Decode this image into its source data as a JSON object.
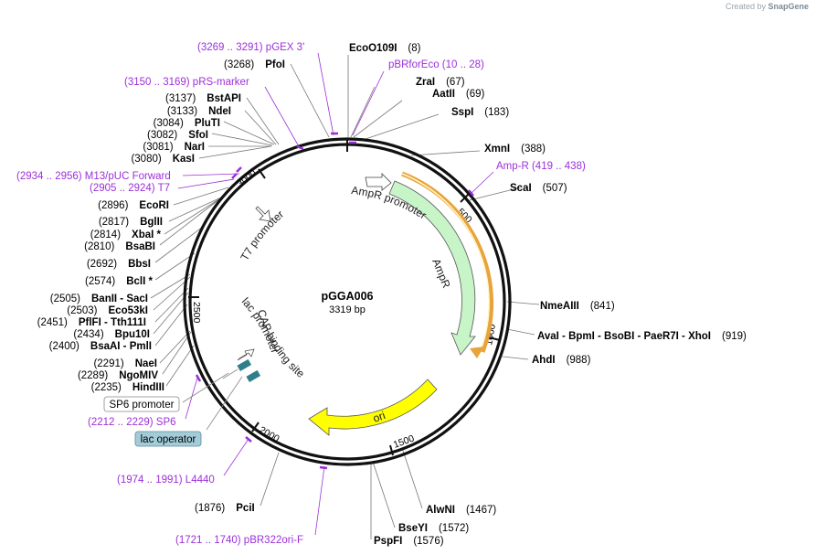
{
  "watermark": {
    "prefix": "Created by",
    "brand": "SnapGene"
  },
  "plasmid": {
    "name": "pGGA006",
    "length": "3319 bp"
  },
  "ticks": [
    "500",
    "1000",
    "1500",
    "2000",
    "2500",
    "3000"
  ],
  "enzymes_right": [
    {
      "name": "EcoO109I",
      "pos": "(8)"
    },
    {
      "name": "ZraI",
      "pos": "(67)"
    },
    {
      "name": "AatII",
      "pos": "(69)"
    },
    {
      "name": "SspI",
      "pos": "(183)"
    },
    {
      "name": "XmnI",
      "pos": "(388)"
    },
    {
      "name": "ScaI",
      "pos": "(507)"
    },
    {
      "name": "NmeAIII",
      "pos": "(841)"
    },
    {
      "name": "AvaI  - BpmI  - BsoBI  - PaeR7I  - XhoI",
      "pos": "(919)"
    },
    {
      "name": "AhdI",
      "pos": "(988)"
    },
    {
      "name": "AlwNI",
      "pos": "(1467)"
    },
    {
      "name": "BseYI",
      "pos": "(1572)"
    },
    {
      "name": "PspFI",
      "pos": "(1576)"
    },
    {
      "name": "PciI",
      "pos": "(1876)"
    }
  ],
  "enzymes_left": [
    {
      "name": "PfoI",
      "pos": "(3268)"
    },
    {
      "name": "BstAPI",
      "pos": "(3137)"
    },
    {
      "name": "NdeI",
      "pos": "(3133)"
    },
    {
      "name": "PluTI",
      "pos": "(3084)"
    },
    {
      "name": "SfoI",
      "pos": "(3082)"
    },
    {
      "name": "NarI",
      "pos": "(3081)"
    },
    {
      "name": "KasI",
      "pos": "(3080)"
    },
    {
      "name": "EcoRI",
      "pos": "(2896)"
    },
    {
      "name": "BglII",
      "pos": "(2817)"
    },
    {
      "name": "XbaI *",
      "pos": "(2814)"
    },
    {
      "name": "BsaBI",
      "pos": "(2810)"
    },
    {
      "name": "BbsI",
      "pos": "(2692)"
    },
    {
      "name": "BclI *",
      "pos": "(2574)"
    },
    {
      "name": "BanII  - SacI",
      "pos": "(2505)"
    },
    {
      "name": "Eco53kI",
      "pos": "(2503)"
    },
    {
      "name": "PflFI  - Tth111I",
      "pos": "(2451)"
    },
    {
      "name": "Bpu10I",
      "pos": "(2434)"
    },
    {
      "name": "BsaAI  - PmlI",
      "pos": "(2400)"
    },
    {
      "name": "NaeI",
      "pos": "(2291)"
    },
    {
      "name": "NgoMIV",
      "pos": "(2289)"
    },
    {
      "name": "HindIII",
      "pos": "(2235)"
    }
  ],
  "primers": [
    {
      "text": "(3269 .. 3291)  pGEX 3'"
    },
    {
      "text": "pBRforEco    (10 .. 28)"
    },
    {
      "text": "(3150 .. 3169)  pRS-marker"
    },
    {
      "text": "Amp-R    (419 .. 438)"
    },
    {
      "text": "(2934 .. 2956)  M13/pUC Forward"
    },
    {
      "text": "(2905 .. 2924)  T7"
    },
    {
      "text": "(2212 .. 2229)  SP6"
    },
    {
      "text": "(1974 .. 1991)  L4440"
    },
    {
      "text": "(1721 .. 1740)  pBR322ori-F"
    }
  ],
  "features": {
    "ampr_promoter": "AmpR promoter",
    "ampr": "AmpR",
    "ori": "ori",
    "t7_promoter": "T7 promoter",
    "lac_promoter": "lac promoter",
    "cap_site": "CAP binding site",
    "sp6_promoter": "SP6 promoter",
    "lac_operator": "lac operator"
  },
  "colors": {
    "primer": "#9b30d8",
    "ampr": "#c8f5c8",
    "ori": "#ffff00",
    "cds_outline": "#e8a33c",
    "lac_operator_bg": "#a3ccd9",
    "cap_box": "#2e7f8a"
  }
}
